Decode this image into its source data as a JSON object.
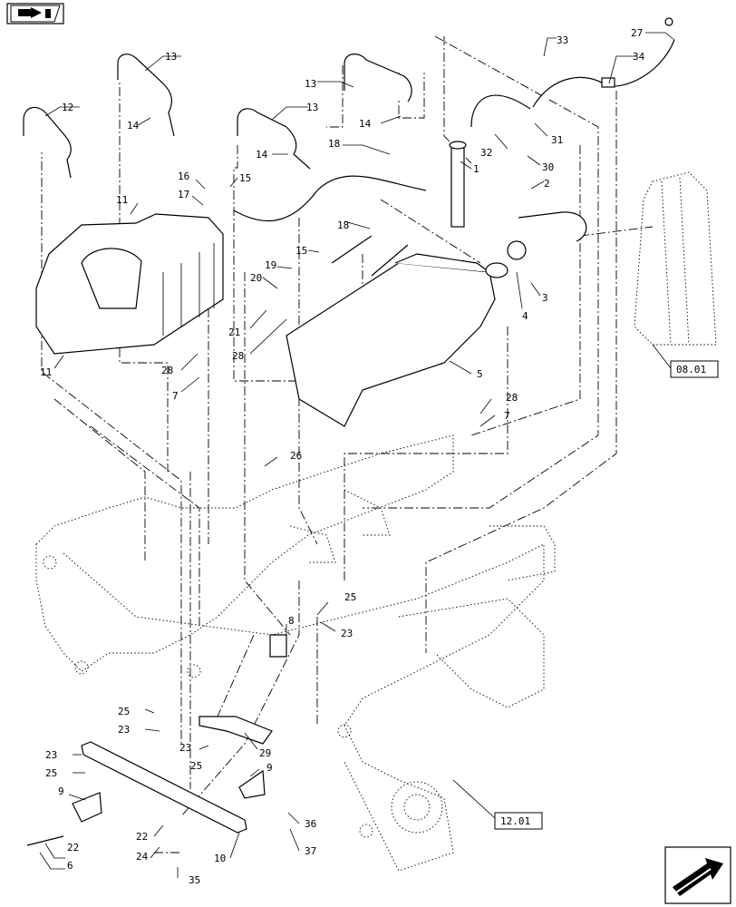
{
  "diagram": {
    "callouts": [
      {
        "id": "c27",
        "text": "27"
      },
      {
        "id": "c33",
        "text": "33"
      },
      {
        "id": "c34",
        "text": "34"
      },
      {
        "id": "c13a",
        "text": "13"
      },
      {
        "id": "c13b",
        "text": "13"
      },
      {
        "id": "c13c",
        "text": "13"
      },
      {
        "id": "c12",
        "text": "12"
      },
      {
        "id": "c14a",
        "text": "14"
      },
      {
        "id": "c14b",
        "text": "14"
      },
      {
        "id": "c14c",
        "text": "14"
      },
      {
        "id": "c32",
        "text": "32"
      },
      {
        "id": "c31",
        "text": "31"
      },
      {
        "id": "c30",
        "text": "30"
      },
      {
        "id": "c18a",
        "text": "18"
      },
      {
        "id": "c18b",
        "text": "18"
      },
      {
        "id": "c1",
        "text": "1"
      },
      {
        "id": "c2",
        "text": "2"
      },
      {
        "id": "c16",
        "text": "16"
      },
      {
        "id": "c17",
        "text": "17"
      },
      {
        "id": "c15a",
        "text": "15"
      },
      {
        "id": "c15b",
        "text": "15"
      },
      {
        "id": "c11a",
        "text": "11"
      },
      {
        "id": "c11b",
        "text": "11"
      },
      {
        "id": "c19",
        "text": "19"
      },
      {
        "id": "c20",
        "text": "20"
      },
      {
        "id": "c21",
        "text": "21"
      },
      {
        "id": "c28a",
        "text": "28"
      },
      {
        "id": "c28b",
        "text": "28"
      },
      {
        "id": "c28c",
        "text": "28"
      },
      {
        "id": "c3",
        "text": "3"
      },
      {
        "id": "c4",
        "text": "4"
      },
      {
        "id": "c5",
        "text": "5"
      },
      {
        "id": "c7a",
        "text": "7"
      },
      {
        "id": "c7b",
        "text": "7"
      },
      {
        "id": "c26",
        "text": "26"
      },
      {
        "id": "c25a",
        "text": "25"
      },
      {
        "id": "c25b",
        "text": "25"
      },
      {
        "id": "c25c",
        "text": "25"
      },
      {
        "id": "c25d",
        "text": "25"
      },
      {
        "id": "c8",
        "text": "8"
      },
      {
        "id": "c23a",
        "text": "23"
      },
      {
        "id": "c23b",
        "text": "23"
      },
      {
        "id": "c23c",
        "text": "23"
      },
      {
        "id": "c23d",
        "text": "23"
      },
      {
        "id": "c29",
        "text": "29"
      },
      {
        "id": "c9a",
        "text": "9"
      },
      {
        "id": "c9b",
        "text": "9"
      },
      {
        "id": "c22a",
        "text": "22"
      },
      {
        "id": "c22b",
        "text": "22"
      },
      {
        "id": "c6",
        "text": "6"
      },
      {
        "id": "c24",
        "text": "24"
      },
      {
        "id": "c10",
        "text": "10"
      },
      {
        "id": "c35",
        "text": "35"
      },
      {
        "id": "c36",
        "text": "36"
      },
      {
        "id": "c37",
        "text": "37"
      }
    ],
    "references": [
      {
        "id": "r0801",
        "text": "08.01"
      },
      {
        "id": "r1201",
        "text": "12.01"
      }
    ]
  },
  "icons": {
    "top_left": "pointing-hand-icon",
    "bottom_right": "next-page-arrow-icon"
  }
}
